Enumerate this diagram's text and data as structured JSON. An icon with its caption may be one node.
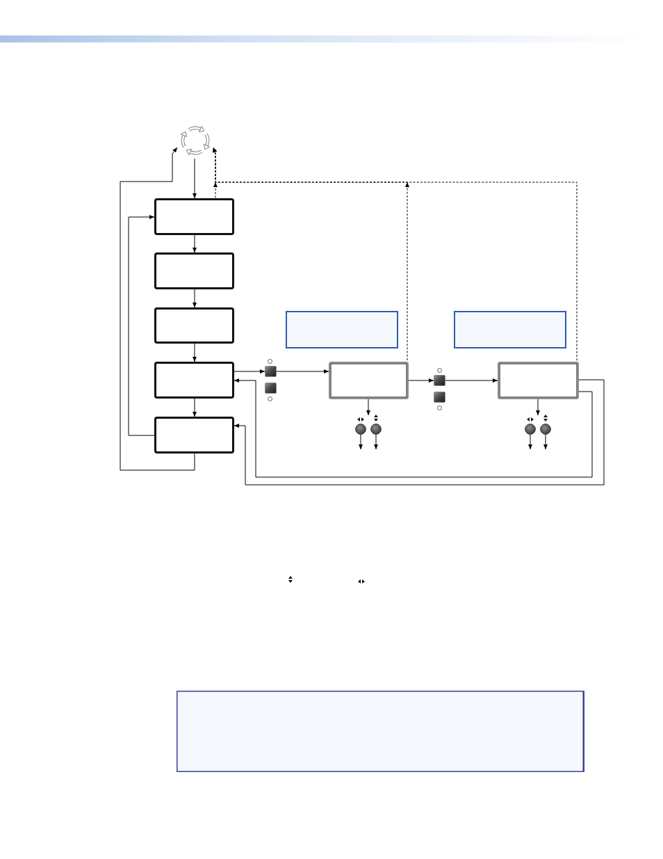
{
  "diagram": {
    "nodes": [
      {
        "text": [],
        "shape": "picture"
      },
      {
        "text": [],
        "shape": "box"
      },
      {
        "text": [],
        "shape": "box"
      },
      {
        "text": [],
        "shape": "box"
      },
      {
        "text": [],
        "shape": "box"
      },
      {
        "text": [],
        "shape": "box"
      },
      {
        "text": [],
        "shape": "box"
      },
      {
        "text": [],
        "shape": "button"
      },
      {
        "text": [],
        "shape": "button"
      },
      {
        "text": [],
        "shape": "box"
      },
      {
        "text": [],
        "shape": "circle"
      },
      {
        "text": [],
        "shape": "circle"
      },
      {
        "text": [],
        "shape": "box"
      },
      {
        "text": [],
        "shape": "button"
      },
      {
        "text": [],
        "shape": "button"
      },
      {
        "text": [],
        "shape": "box"
      },
      {
        "text": [],
        "shape": "circle"
      },
      {
        "text": [],
        "shape": "circle"
      },
      {
        "text": [],
        "shape": "box"
      }
    ],
    "edges": [
      {
        "from": 0,
        "to": 1,
        "arrow": "to"
      },
      {
        "from": 1,
        "to": 2,
        "arrow": "to"
      },
      {
        "from": 2,
        "to": 3,
        "arrow": "to"
      },
      {
        "from": 3,
        "to": 4,
        "arrow": "to"
      },
      {
        "from": 4,
        "to": 5,
        "arrow": "to"
      },
      {
        "from": 5,
        "to": 1,
        "arrow": "to"
      },
      {
        "from": 5,
        "to": 0,
        "arrow": "to"
      },
      {
        "from": 1,
        "to": 0,
        "arrow": "to",
        "style": "dashed"
      },
      {
        "from": 9,
        "to": 0,
        "arrow": "to",
        "style": "dashed"
      },
      {
        "from": 15,
        "to": 0,
        "arrow": "to",
        "style": "dashed"
      },
      {
        "from": 4,
        "to": 7,
        "arrow": "to"
      },
      {
        "from": 7,
        "to": 9,
        "arrow": "to"
      },
      {
        "from": 9,
        "to": 10,
        "arrow": "to"
      },
      {
        "from": 10,
        "to": null,
        "arrow": "to"
      },
      {
        "from": 11,
        "to": null,
        "arrow": "to"
      },
      {
        "from": 9,
        "to": 13,
        "arrow": "to"
      },
      {
        "from": 13,
        "to": 15,
        "arrow": "to"
      },
      {
        "from": 15,
        "to": 16,
        "arrow": "to"
      },
      {
        "from": 16,
        "to": null,
        "arrow": "to"
      },
      {
        "from": 17,
        "to": null,
        "arrow": "to"
      },
      {
        "from": 15,
        "to": 5,
        "arrow": "to"
      },
      {
        "from": 15,
        "to": 4,
        "arrow": "to"
      }
    ]
  }
}
